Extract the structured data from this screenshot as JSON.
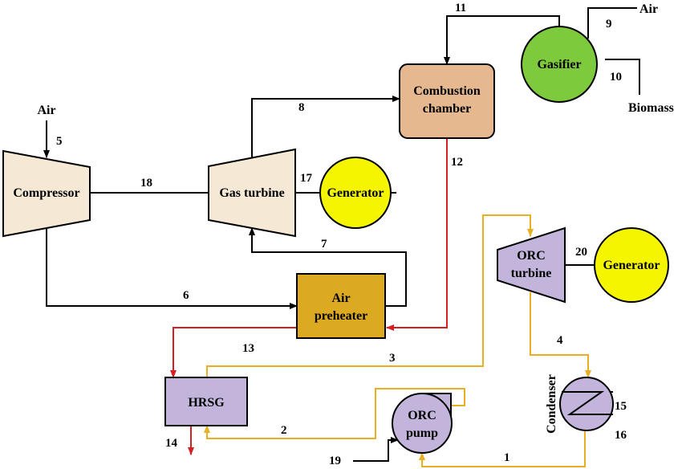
{
  "components": {
    "compressor": "Compressor",
    "gas_turbine": "Gas turbine",
    "generator_gt": "Generator",
    "combustion_chamber": [
      "Combustion",
      "chamber"
    ],
    "gasifier": "Gasifier",
    "air_preheater": [
      "Air",
      "preheater"
    ],
    "hrsg": "HRSG",
    "orc_turbine": [
      "ORC",
      "turbine"
    ],
    "generator_orc": "Generator",
    "orc_pump": [
      "ORC",
      "pump"
    ],
    "condenser": "Condenser"
  },
  "inputs": {
    "air_compressor": "Air",
    "air_gasifier": "Air",
    "biomass": "Biomass"
  },
  "streams": {
    "s1": "1",
    "s2": "2",
    "s3": "3",
    "s4": "4",
    "s5": "5",
    "s6": "6",
    "s7": "7",
    "s8": "8",
    "s9": "9",
    "s10": "10",
    "s11": "11",
    "s12": "12",
    "s13": "13",
    "s14": "14",
    "s15": "15",
    "s16": "16",
    "s17": "17",
    "s18": "18",
    "s19": "19",
    "s20": "20"
  },
  "colors": {
    "air_gas_line": "#000000",
    "flue_gas_line": "#d42020",
    "orc_line": "#e8b020",
    "compressor_fill": "#f5e9d6",
    "combustion_fill": "#e6b890",
    "gasifier_fill": "#7dcb3c",
    "preheater_fill": "#dcaa20",
    "orc_fill": "#c3b4dc",
    "generator_fill": "#f5f500"
  }
}
